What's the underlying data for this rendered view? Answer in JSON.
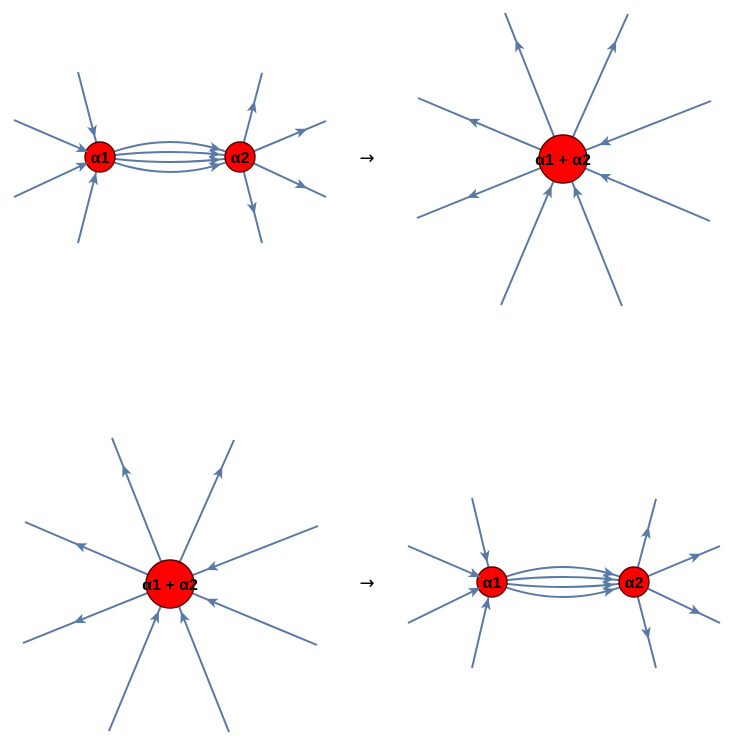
{
  "colors": {
    "edge": "#5a79a5",
    "node_fill": "#ff0000",
    "node_stroke": "#5a0000",
    "label": "#000000"
  },
  "rows": [
    {
      "name": "merge-row",
      "left": {
        "type": "two-vertex",
        "vertex_1_label": "α1",
        "vertex_2_label": "α2",
        "connecting_edges": 4,
        "edges_into_1": 4,
        "edges_out_of_2": 4
      },
      "arrow": "→",
      "right": {
        "type": "one-vertex",
        "vertex_label": "α1 + α2",
        "incoming_edges": 4,
        "outgoing_edges": 4
      }
    },
    {
      "name": "split-row",
      "left": {
        "type": "one-vertex",
        "vertex_label": "α1 + α2",
        "incoming_edges": 4,
        "outgoing_edges": 4
      },
      "arrow": "→",
      "right": {
        "type": "two-vertex",
        "vertex_1_label": "α1",
        "vertex_2_label": "α2",
        "connecting_edges": 4,
        "edges_into_1": 4,
        "edges_out_of_2": 4
      }
    }
  ]
}
